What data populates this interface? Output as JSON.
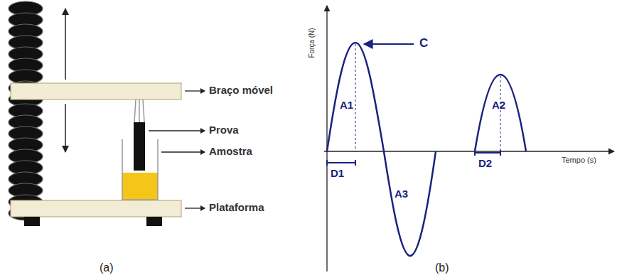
{
  "diagram": {
    "labels": [
      "Braço móvel",
      "Prova",
      "Amostra",
      "Plataforma",
      "(a)",
      "Força (N)",
      "C",
      "A1",
      "A3",
      "D1",
      "A2",
      "D2",
      "Tempo (s)",
      "(b)"
    ]
  }
}
